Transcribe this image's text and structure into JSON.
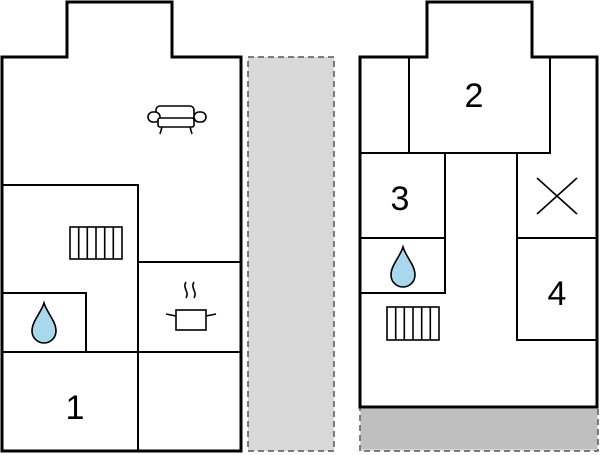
{
  "floors": [
    {
      "name": "left",
      "rooms": [
        {
          "label": "1"
        }
      ],
      "icons": [
        "sofa-icon",
        "radiator-icon",
        "bathroom-drop-icon",
        "cooking-pot-icon"
      ]
    },
    {
      "name": "right",
      "rooms": [
        {
          "label": "2"
        },
        {
          "label": "3"
        },
        {
          "label": "4"
        }
      ],
      "icons": [
        "cross-icon",
        "bathroom-drop-icon",
        "radiator-icon"
      ]
    }
  ],
  "colors": {
    "walls": "#000000",
    "water": "#a9d7ee",
    "terrace": "#d9d9d9",
    "terrace_dark": "#bfbfbf"
  }
}
